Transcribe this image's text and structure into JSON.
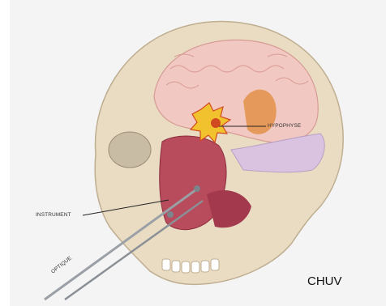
{
  "labels": {
    "hypophyse": "HYPOPHYSE",
    "instrument": "INSTRUMENT",
    "optique": "OPTIQUE"
  },
  "credit": "CHUV",
  "colors": {
    "background": "#f4f4f4",
    "skull": "#e9dcc3",
    "brain": "#f1c8c2",
    "tumor": "#f2c12e",
    "sinus": "#b84b5c",
    "sphenoid": "#d9c3e0"
  }
}
